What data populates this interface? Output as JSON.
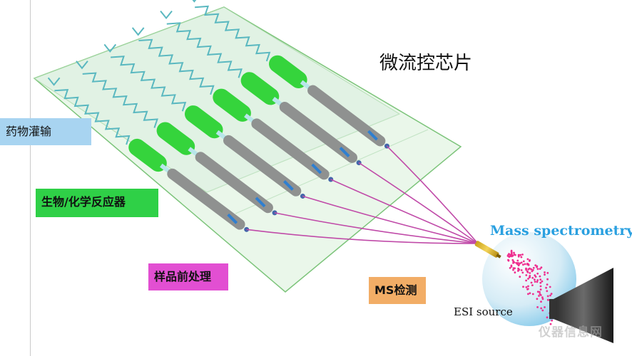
{
  "chip_title": "微流控芯片",
  "labels": {
    "drug_infusion": "药物灌输",
    "bio_chem_reactor": "生物/化学反应器",
    "sample_pretreatment": "样品前处理",
    "ms_detection": "MS检测"
  },
  "mass_spec_title": "Mass spectrometry",
  "esi_source": "ESI source",
  "watermark": "仪器信息网",
  "colors": {
    "chip_fill": "#eaf7ea",
    "chip_border": "#7cc47a",
    "channel": "#5ab8c0",
    "reactor": "#35d43c",
    "column": "#8f9190",
    "capillary": "#c04aa8",
    "spray_dots": "#ee2f8f",
    "ms_text": "#2aa0e0"
  }
}
